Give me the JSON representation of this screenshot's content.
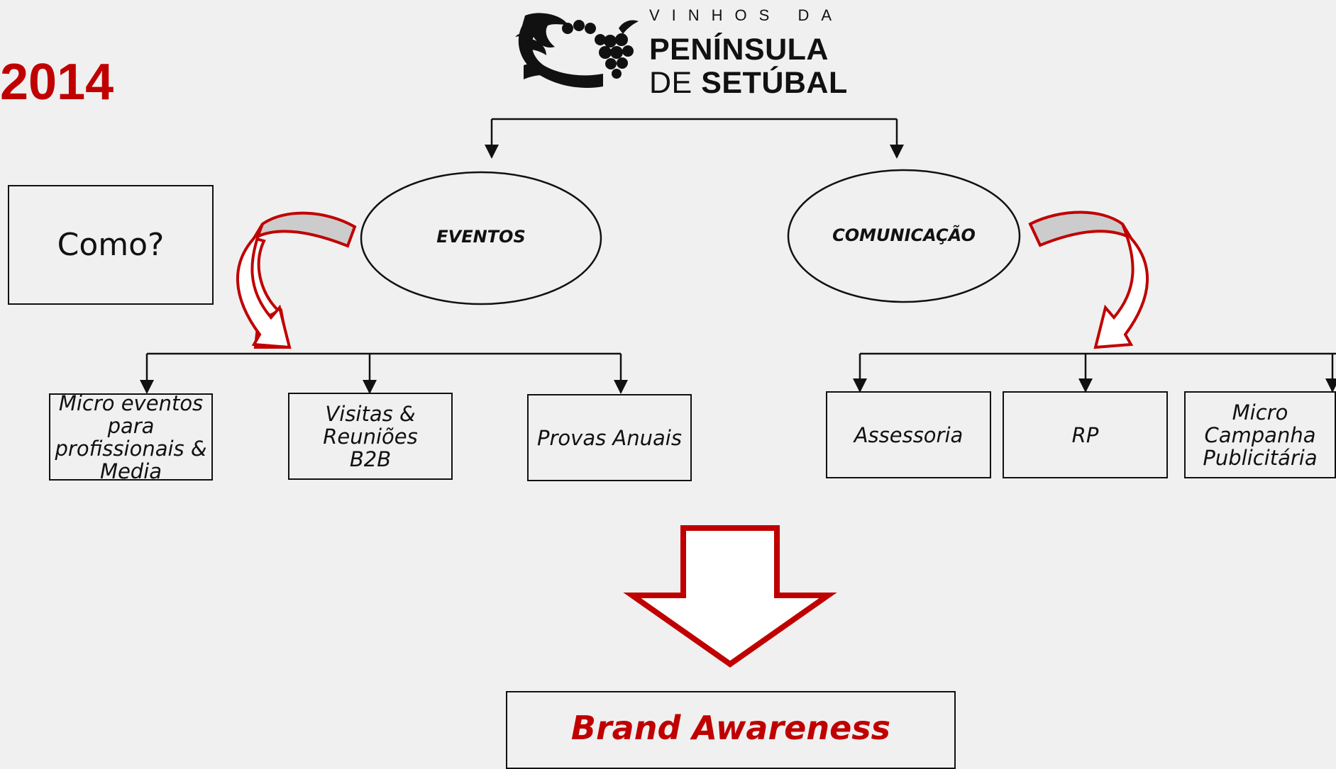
{
  "year": "2014",
  "logo": {
    "line1": "VINHOS DA",
    "line2": "PENÍNSULA",
    "line3_prefix": "DE",
    "line3_bold": "SETÚBAL"
  },
  "question": "Como?",
  "branches": {
    "eventos": {
      "label": "EVENTOS",
      "items": [
        "Micro eventos para profissionais & Media",
        "Visitas & Reuniões B2B",
        "Provas Anuais"
      ]
    },
    "comunicacao": {
      "label": "COMUNICAÇÃO",
      "items": [
        "Assessoria",
        "RP",
        "Micro Campanha Publicitária"
      ]
    }
  },
  "result": "Brand Awareness",
  "colors": {
    "accent": "#c00000",
    "line": "#111111",
    "background": "#f0f0f0",
    "arrow_fill": "#cccccc"
  }
}
